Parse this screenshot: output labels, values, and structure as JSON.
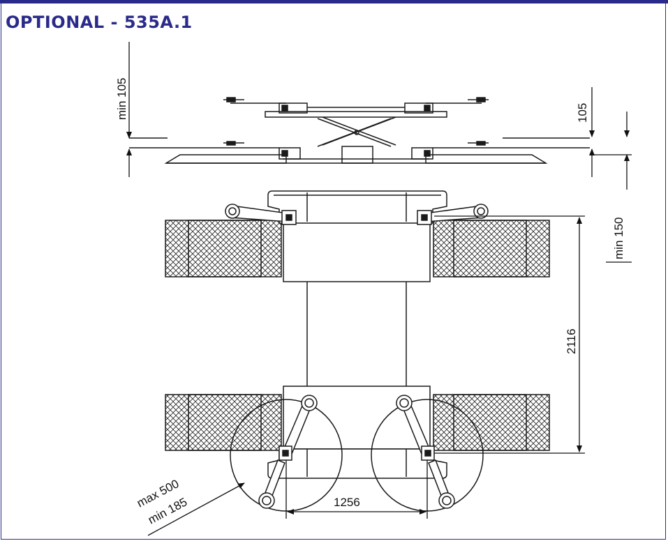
{
  "header": {
    "title": "OPTIONAL - 535A.1"
  },
  "dimensions": {
    "min_105": "min 105",
    "d105": "105",
    "min_150": "min 150",
    "d2116": "2116",
    "d1256": "1256",
    "max_500": "max 500",
    "min_185": "min 185"
  },
  "colors": {
    "accent": "#2a2a8a",
    "line": "#1a1a1a"
  }
}
